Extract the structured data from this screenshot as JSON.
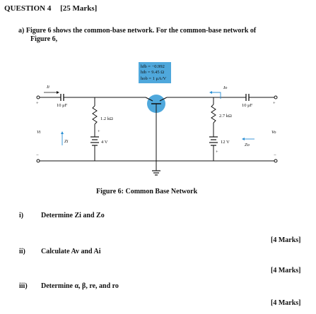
{
  "header": {
    "title": "QUESTION 4",
    "marks": "[25 Marks]"
  },
  "part_a": {
    "line1": "a)  Figure 6 shows the common-base network. For the common-base network of",
    "line2": "Figure 6,"
  },
  "figure": {
    "caption": "Figure 6: Common Base Network",
    "params": [
      "hfb = −0.992",
      "hib = 9.45 Ω",
      "hob = 1 μA/V"
    ],
    "cap_in": "10 μF",
    "cap_out": "10 μF",
    "re_label": "1.2 kΩ",
    "rc_label": "2.7 kΩ",
    "vee": "4 V",
    "vcc": "12 V",
    "ii_label": "Ii",
    "io_label": "Io",
    "vi_label": "Vi",
    "vo_label": "Vo",
    "zi_label": "Zi",
    "zo_label": "Zo",
    "plus": "+",
    "minus": "−"
  },
  "subquestions": [
    {
      "num": "i)",
      "text": "Determine Zi and Zo",
      "marks": "[4 Marks]"
    },
    {
      "num": "ii)",
      "text": "Calculate Av and Ai",
      "marks": "[4 Marks]"
    },
    {
      "num": "iii)",
      "text": "Determine α, β, re, and ro",
      "marks": "[4 Marks]"
    }
  ],
  "colors": {
    "transistor": "#4fa8dc",
    "params_box": "#4fa8dc",
    "arrow": "#2a8fd4"
  }
}
